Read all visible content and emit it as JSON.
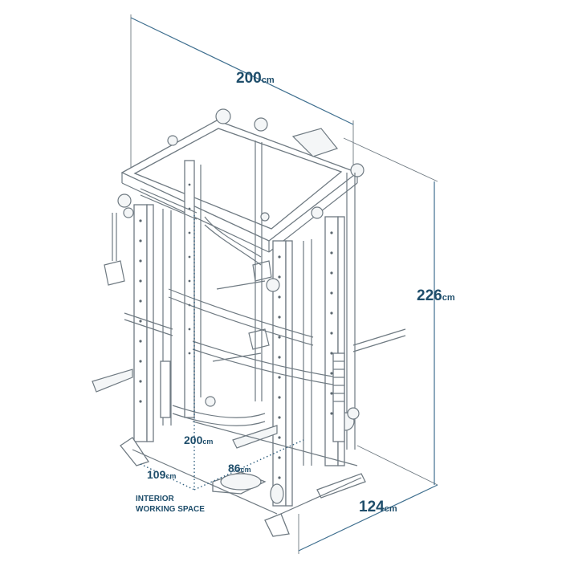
{
  "dimensions": {
    "top_width": {
      "value": "200",
      "unit": "cm"
    },
    "height": {
      "value": "226",
      "unit": "cm"
    },
    "base_depth": {
      "value": "124",
      "unit": "cm"
    },
    "interior_depth": {
      "value": "200",
      "unit": "cm"
    },
    "interior_width": {
      "value": "86",
      "unit": "cm"
    },
    "interior_side": {
      "value": "109",
      "unit": "cm"
    }
  },
  "caption": {
    "line1": "INTERIOR",
    "line2": "WORKING SPACE"
  },
  "colors": {
    "dimension_text": "#1f4e6b",
    "line_art": "#6f7a82",
    "dimension_line": "#3f6f8f"
  }
}
